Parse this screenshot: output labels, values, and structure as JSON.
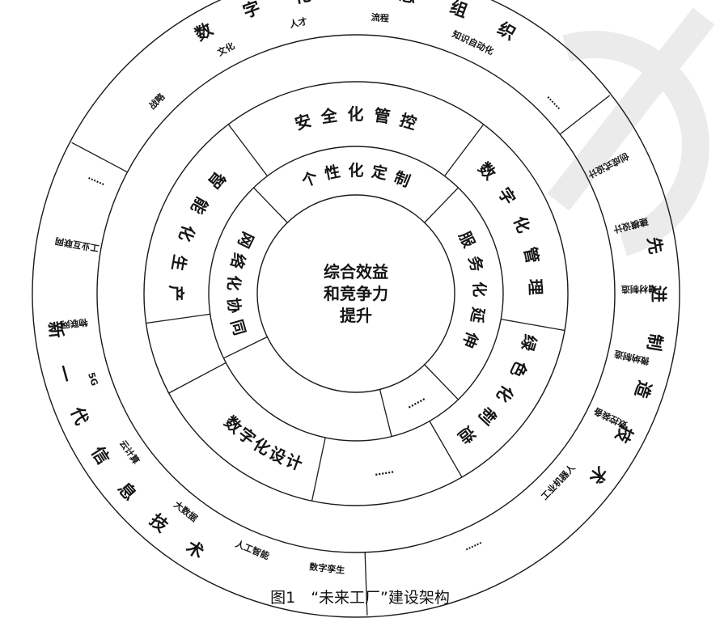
{
  "center_text": [
    "综合效益",
    "和竞争力",
    "提升"
  ],
  "inner_ring": [
    {
      "key": "top",
      "label": "个性化定制"
    },
    {
      "key": "right",
      "label": "服务化延伸"
    },
    {
      "key": "left",
      "label": "网络化协同"
    }
  ],
  "middle_ring": [
    {
      "key": "top",
      "label": "安全化管控"
    },
    {
      "key": "right",
      "label": "数字化管理"
    },
    {
      "key": "bottom-right",
      "label": "绿色化制造"
    },
    {
      "key": "bottom-left",
      "label": "数字化设计"
    },
    {
      "key": "left",
      "label": "智能化生产"
    }
  ],
  "placeholders": {
    "inner_gap": "……",
    "middle_gap": "……"
  },
  "outer_ring": {
    "top": {
      "title": "数字化生态组织",
      "items": [
        "战略",
        "文化",
        "人才",
        "流程",
        "知识自动化",
        "……"
      ]
    },
    "right": {
      "title": "先进制造技术",
      "items": [
        "创成式设计",
        "建模设计",
        "增材制造",
        "微纳制造",
        "数控装备",
        "工业机器人",
        "……"
      ]
    },
    "left": {
      "title": "新一代信息技术",
      "items": [
        "数字孪生",
        "人工智能",
        "大数据",
        "云计算",
        "5G",
        "物联网",
        "工业互联网",
        "……"
      ]
    }
  },
  "caption": "图1　“未来工厂”建设架构"
}
